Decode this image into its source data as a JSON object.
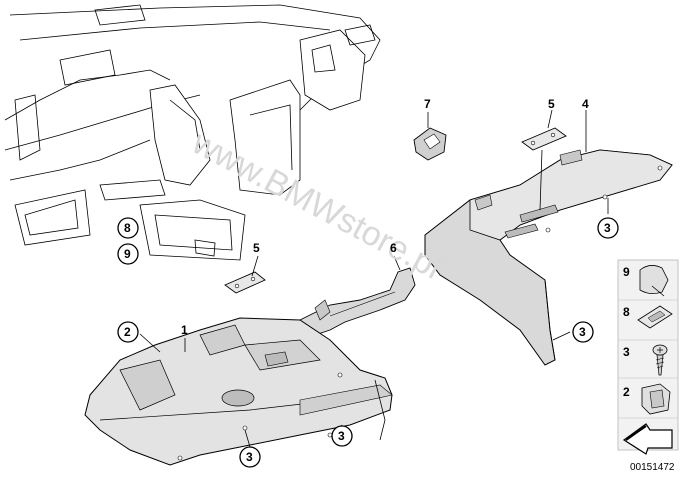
{
  "watermark": "www.BMWstore.pl",
  "reference_number": "00151472",
  "callouts": {
    "c1": "1",
    "c2": "2",
    "c3a": "3",
    "c3b": "3",
    "c3c": "3",
    "c3d": "3",
    "c4": "4",
    "c5a": "5",
    "c5b": "5",
    "c6": "6",
    "c7": "7",
    "c8": "8",
    "c9": "9"
  },
  "legend": {
    "items": [
      {
        "number": "9",
        "icon": "clip-cap-icon"
      },
      {
        "number": "8",
        "icon": "clip-nut-icon"
      },
      {
        "number": "3",
        "icon": "screw-icon"
      },
      {
        "number": "2",
        "icon": "bracket-clip-icon"
      }
    ]
  },
  "colors": {
    "line": "#000000",
    "fill": "#ffffff",
    "shade": "#d9d9d9",
    "watermark": "#d8d8d8"
  }
}
